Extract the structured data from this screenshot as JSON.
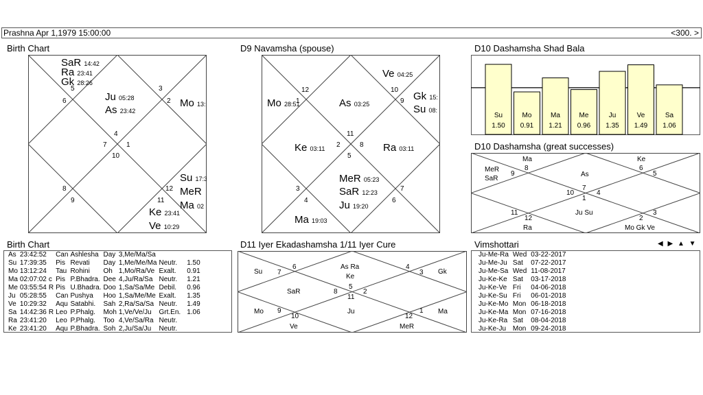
{
  "header": {
    "title": "Prashna  Apr 1,1979 15:00:00",
    "nav": "<300. >"
  },
  "birth_chart": {
    "title": "Birth Chart",
    "signs": [
      "5",
      "3",
      "6",
      "2",
      "4",
      "7",
      "1",
      "10",
      "8",
      "12",
      "9",
      "11"
    ],
    "planets": [
      {
        "name": "SaR",
        "deg": "14:42"
      },
      {
        "name": "Ra",
        "deg": "23:41"
      },
      {
        "name": "Gk",
        "deg": "28:26"
      },
      {
        "name": "Ju",
        "deg": "05:28"
      },
      {
        "name": "As",
        "deg": "23:42"
      },
      {
        "name": "Mo",
        "deg": "13:"
      },
      {
        "name": "Su",
        "deg": "17:3"
      },
      {
        "name": "MeR",
        "deg": ""
      },
      {
        "name": "Ma",
        "deg": "02"
      },
      {
        "name": "Ke",
        "deg": "23:41"
      },
      {
        "name": "Ve",
        "deg": "10:29"
      }
    ]
  },
  "navamsha": {
    "title": "D9 Navamsha  (spouse)",
    "signs": [
      "12",
      "10",
      "1",
      "9",
      "11",
      "2",
      "8",
      "5",
      "3",
      "7",
      "4",
      "6"
    ],
    "planets": [
      {
        "name": "Ve",
        "deg": "04:25"
      },
      {
        "name": "Mo",
        "deg": "28:51"
      },
      {
        "name": "As",
        "deg": "03:25"
      },
      {
        "name": "Gk",
        "deg": "15:"
      },
      {
        "name": "Su",
        "deg": "08:"
      },
      {
        "name": "Ke",
        "deg": "03:11"
      },
      {
        "name": "Ra",
        "deg": "03:11"
      },
      {
        "name": "MeR",
        "deg": "05:23"
      },
      {
        "name": "SaR",
        "deg": "12:23"
      },
      {
        "name": "Ju",
        "deg": "19:20"
      },
      {
        "name": "Ma",
        "deg": "19:03"
      }
    ]
  },
  "shadbala": {
    "title": "D10 Dashamsha  Shad Bala",
    "bars": [
      {
        "planet": "Su",
        "value": "1.50"
      },
      {
        "planet": "Mo",
        "value": "0.91"
      },
      {
        "planet": "Ma",
        "value": "1.21"
      },
      {
        "planet": "Me",
        "value": "0.96"
      },
      {
        "planet": "Ju",
        "value": "1.35"
      },
      {
        "planet": "Ve",
        "value": "1.49"
      },
      {
        "planet": "Sa",
        "value": "1.06"
      }
    ],
    "baseline": 1.0
  },
  "dashamsha": {
    "title": "D10 Dashamsha  (great successes)",
    "signs": [
      "8",
      "6",
      "9",
      "5",
      "7",
      "10",
      "4",
      "1",
      "11",
      "3",
      "12",
      "2"
    ],
    "houses": {
      "top_left": "Ma",
      "top_right": "Ke",
      "left_top": "MeR",
      "left_top2": "SaR",
      "center_top": "As",
      "center_bottom": "Ju Su",
      "bottom_left": "Ra",
      "bottom_right": "Mo Gk Ve"
    }
  },
  "positions": {
    "title": "Birth Chart",
    "rows": [
      [
        "As",
        "23:42:52",
        "",
        "Can",
        "Ashlesha",
        "Day",
        "3,Me/Ma/Sa",
        "",
        ""
      ],
      [
        "Su",
        "17:39:35",
        "",
        "Pis",
        "Revati",
        "Day",
        "1,Me/Me/Ma",
        "Neutr.",
        "1.50"
      ],
      [
        "Mo",
        "13:12:24",
        "",
        "Tau",
        "Rohini",
        "Oh",
        "1,Mo/Ra/Ve",
        "Exalt.",
        "0.91"
      ],
      [
        "Ma",
        "02:07:02",
        "c",
        "Pis",
        "P.Bhadra.",
        "Dee",
        "4,Ju/Ra/Sa",
        "Neutr.",
        "1.21"
      ],
      [
        "Me",
        "03:55:54",
        "R",
        "Pis",
        "U.Bhadra.",
        "Doo",
        "1,Sa/Sa/Me",
        "Debil.",
        "0.96"
      ],
      [
        "Ju",
        "05:28:55",
        "",
        "Can",
        "Pushya",
        "Hoo",
        "1,Sa/Me/Me",
        "Exalt.",
        "1.35"
      ],
      [
        "Ve",
        "10:29:32",
        "",
        "Aqu",
        "Satabhi.",
        "Sah",
        "2,Ra/Sa/Sa",
        "Neutr.",
        "1.49"
      ],
      [
        "Sa",
        "14:42:36",
        "R",
        "Leo",
        "P.Phalg.",
        "Moh",
        "1,Ve/Ve/Ju",
        "Grt.En.",
        "1.06"
      ],
      [
        "Ra",
        "23:41:20",
        "",
        "Leo",
        "P.Phalg.",
        "Too",
        "4,Ve/Sa/Ra",
        "Neutr.",
        ""
      ],
      [
        "Ke",
        "23:41:20",
        "",
        "Aqu",
        "P.Bhadra.",
        "Soh",
        "2,Ju/Sa/Ju",
        "Neutr.",
        ""
      ]
    ]
  },
  "ekadashamsha": {
    "title": "D11 Iyer Ekadashamsha 1/11 Iyer  Cure",
    "signs": [
      "6",
      "4",
      "7",
      "3",
      "5",
      "8",
      "2",
      "11",
      "9",
      "1",
      "10",
      "12"
    ],
    "houses": {
      "top_center": "As Ra",
      "top_center2": "Ke",
      "top_left": "",
      "top_right": "",
      "left_top": "Su",
      "right_top": "Gk",
      "left_center": "SaR",
      "left_bottom": "Mo",
      "right_bottom": "Ma",
      "center_bottom": "Ju",
      "bottom_left": "Ve",
      "bottom_right": "MeR"
    }
  },
  "vimshottari": {
    "title": "Vimshottari",
    "nav_glyphs": "◀ ▶ ▲ ▼",
    "rows": [
      [
        "Ju-Me-Ra",
        "Wed",
        "03-22-2017"
      ],
      [
        "Ju-Me-Ju",
        "Sat",
        "07-22-2017"
      ],
      [
        "Ju-Me-Sa",
        "Wed",
        "11-08-2017"
      ],
      [
        "Ju-Ke-Ke",
        "Sat",
        "03-17-2018"
      ],
      [
        "Ju-Ke-Ve",
        "Fri",
        "04-06-2018"
      ],
      [
        "Ju-Ke-Su",
        "Fri",
        "06-01-2018"
      ],
      [
        "Ju-Ke-Mo",
        "Mon",
        "06-18-2018"
      ],
      [
        "Ju-Ke-Ma",
        "Mon",
        "07-16-2018"
      ],
      [
        "Ju-Ke-Ra",
        "Sat",
        "08-04-2018"
      ],
      [
        "Ju-Ke-Ju",
        "Mon",
        "09-24-2018"
      ]
    ]
  }
}
